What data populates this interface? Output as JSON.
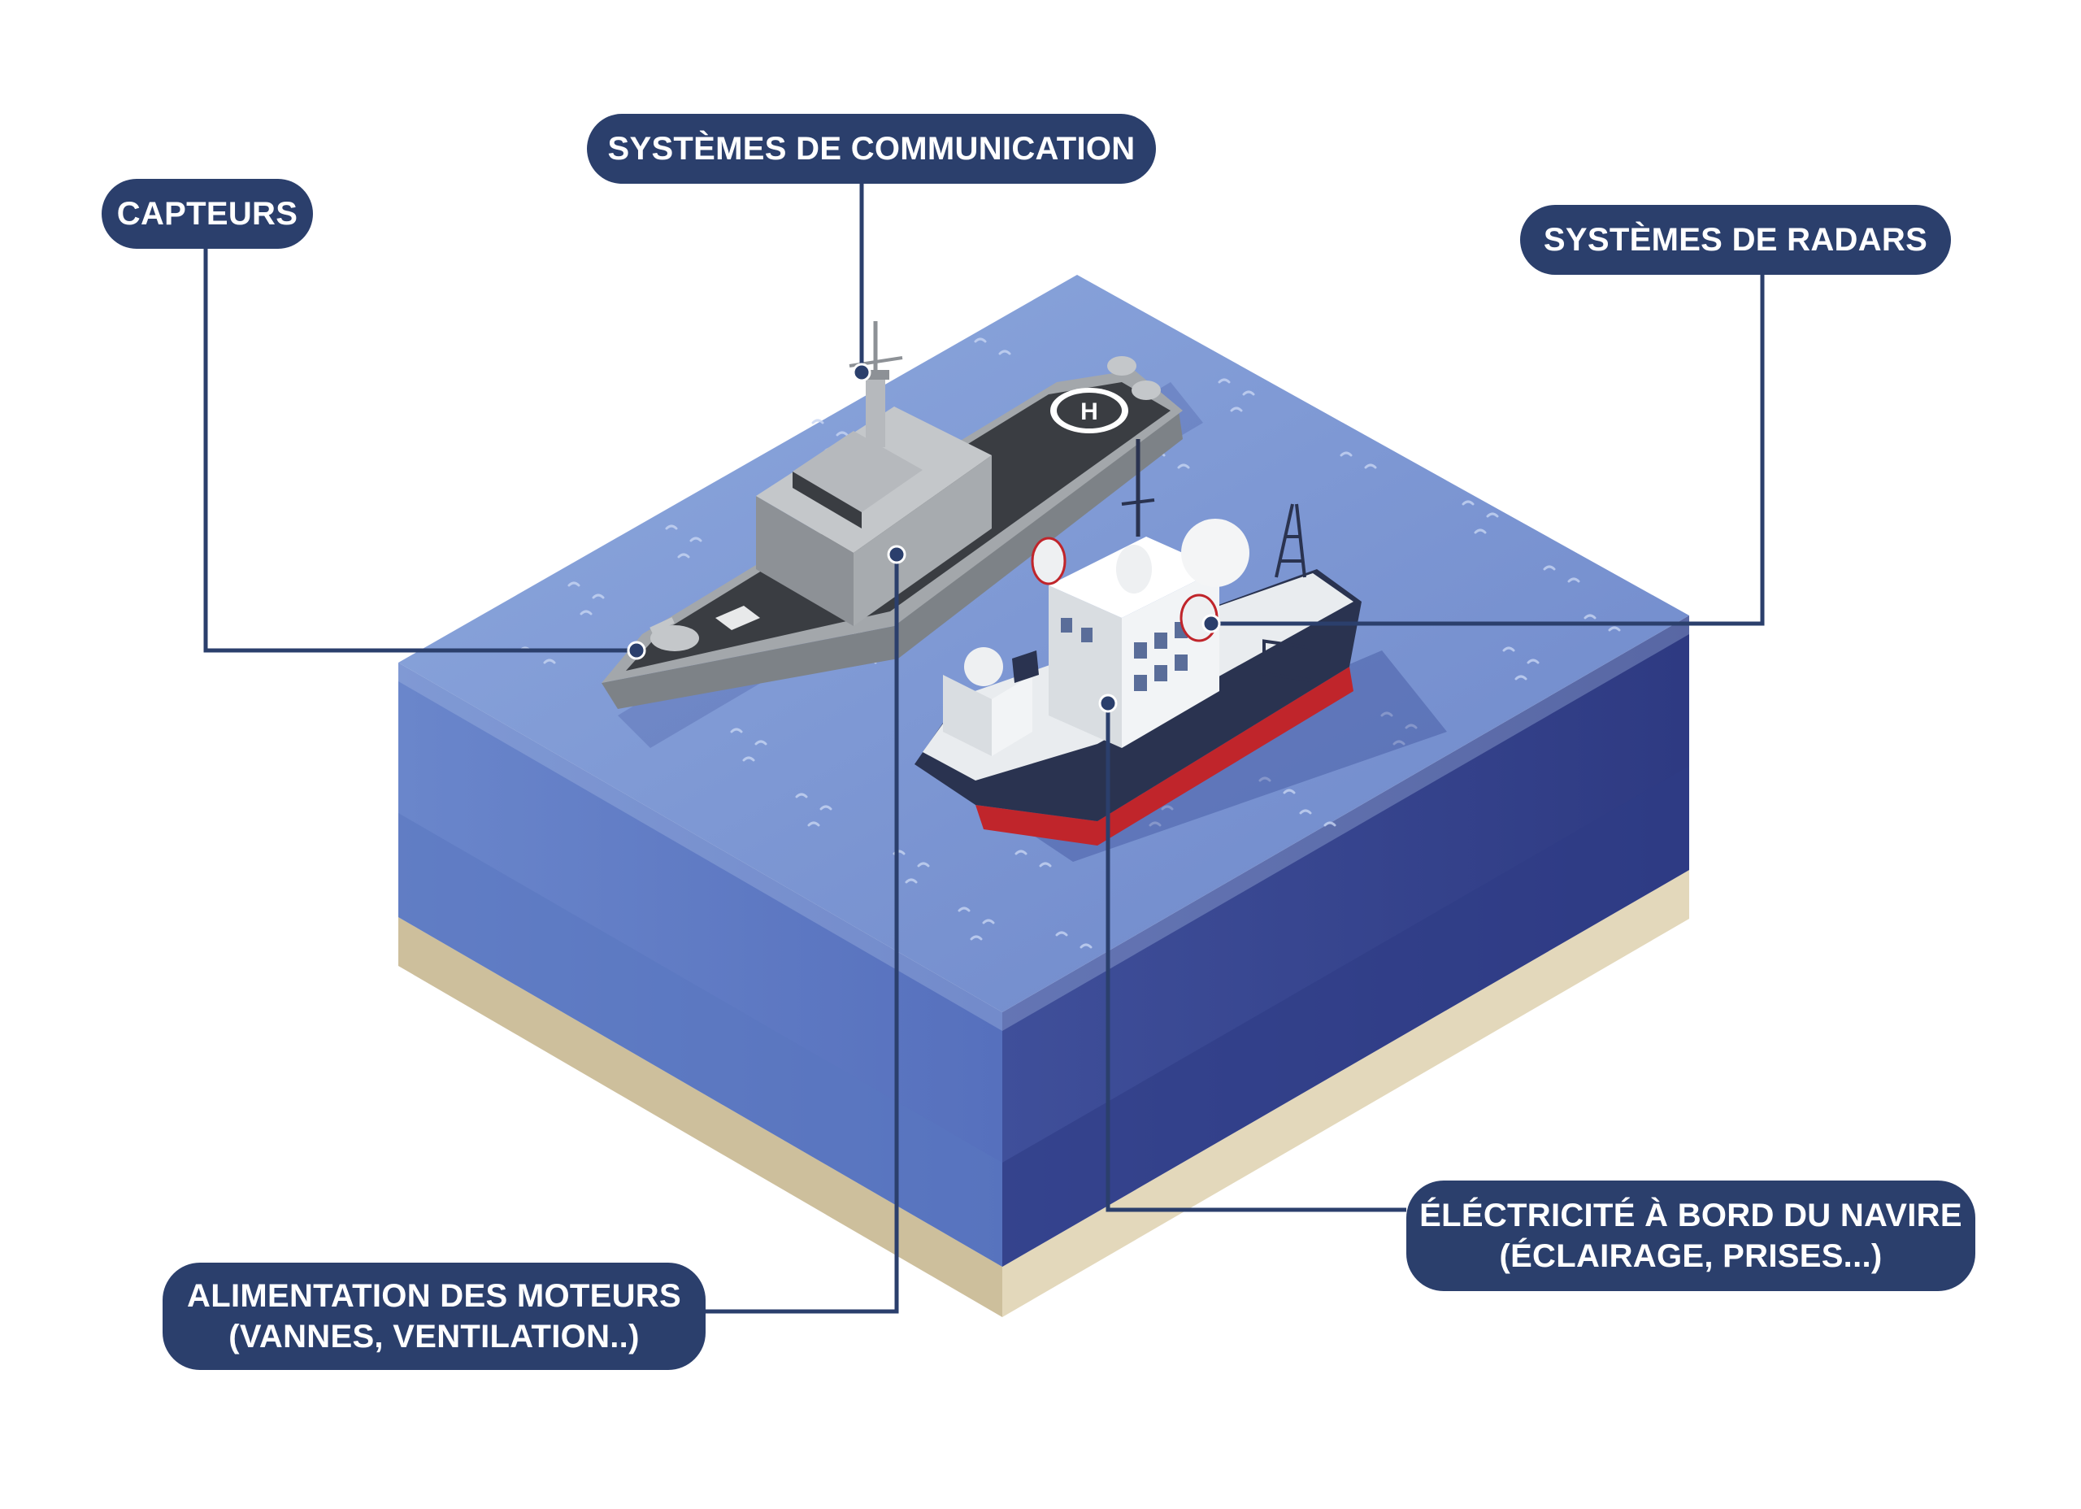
{
  "callouts": {
    "capteurs": {
      "line1": "CAPTEURS"
    },
    "communication": {
      "line1": "SYSTÈMES DE COMMUNICATION"
    },
    "radars": {
      "line1": "SYSTÈMES DE RADARS"
    },
    "moteurs": {
      "line1": "ALIMENTATION DES MOTEURS",
      "line2": "(VANNES, VENTILATION..)"
    },
    "electricite": {
      "line1": "ÉLÉCTRICITÉ À BORD DU NAVIRE",
      "line2": "(ÉCLAIRAGE, PRISES...)"
    }
  },
  "colors": {
    "label_bg": "#2b3f6c",
    "leader_line": "#2b3f6c",
    "water_top": "#6f8fd0",
    "water_front": "#5b78c2",
    "water_side": "#33418a",
    "sand": "#d9ccaa",
    "warship_grey": "#a3a7ab",
    "warship_deck": "#3a3d42",
    "research_hull": "#2a3350",
    "research_hull_stripe": "#c0252b"
  }
}
